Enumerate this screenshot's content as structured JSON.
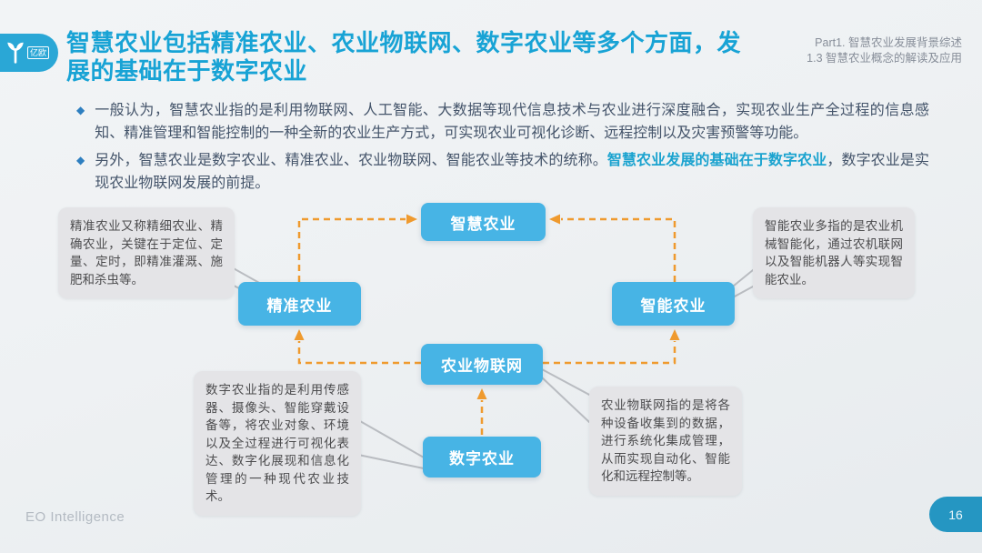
{
  "header": {
    "brand": "亿欧",
    "title_lines": [
      "智慧农业包括精准农业、农业物联网、数字农业等多个方面，发",
      "展的基础在于数字农业"
    ],
    "part_line1": "Part1. 智慧农业发展背景综述",
    "part_line2": "1.3 智慧农业概念的解读及应用"
  },
  "bullet_marker": "◆",
  "bullets": [
    {
      "before": "一般认为，智慧农业指的是利用物联网、人工智能、大数据等现代信息技术与农业进行深度融合，实现农业生产全过程的信息感知、精准管理和智能控制的一种全新的农业生产方式，可实现农业可视化诊断、远程控制以及灾害预警等功能。",
      "highlight": "",
      "after": ""
    },
    {
      "before": "另外，智慧农业是数字农业、精准农业、农业物联网、智能农业等技术的统称。",
      "highlight": "智慧农业发展的基础在于数字农业",
      "after": "，数字农业是实现农业物联网发展的前提。"
    }
  ],
  "diagram": {
    "nodes": [
      {
        "id": "smart",
        "label": "智慧农业"
      },
      {
        "id": "precision",
        "label": "精准农业"
      },
      {
        "id": "intelligent",
        "label": "智能农业"
      },
      {
        "id": "iot",
        "label": "农业物联网"
      },
      {
        "id": "digital",
        "label": "数字农业"
      }
    ],
    "callouts": [
      {
        "id": "precision",
        "text": "精准农业又称精细农业、精确农业，关键在于定位、定量、定时，即精准灌溉、施肥和杀虫等。"
      },
      {
        "id": "intelligent",
        "text": "智能农业多指的是农业机械智能化，通过农机联网以及智能机器人等实现智能农业。"
      },
      {
        "id": "digital",
        "text": "数字农业指的是利用传感器、摄像头、智能穿戴设备等，将农业对象、环境以及全过程进行可视化表达、数字化展现和信息化管理的一种现代农业技术。"
      },
      {
        "id": "iot",
        "text": "农业物联网指的是将各种设备收集到的数据，进行系统化集成管理，从而实现自动化、智能化和远程控制等。"
      }
    ]
  },
  "footer": {
    "brand": "EO Intelligence",
    "page": "16"
  },
  "colors": {
    "node_blue": "#47b4e5",
    "title_blue": "#18a3d5",
    "highlight_blue": "#1ba3cf",
    "arrow_orange": "#ef9a2e",
    "connector_gray": "#b9bcc1",
    "callout_gray": "#e4e4e7",
    "page_pill_blue": "#2596c2",
    "body_text": "#44546a"
  }
}
